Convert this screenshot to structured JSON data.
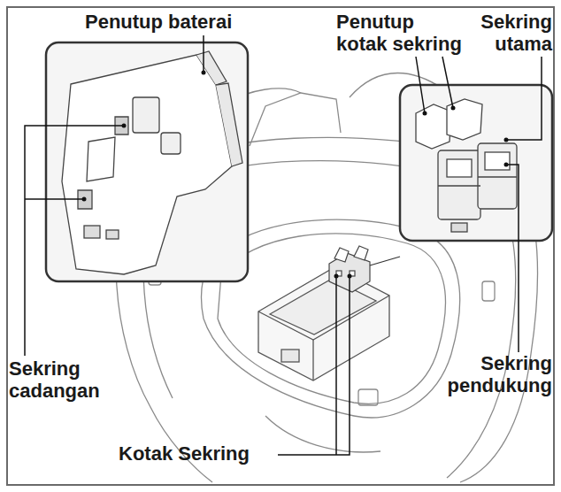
{
  "diagram": {
    "labels": [
      "Penutup baterai",
      "Penutup kotak sekring",
      "Sekring utama",
      "Sekring cadangan",
      "Sekring pendukung",
      "Kotak Sekring"
    ]
  }
}
